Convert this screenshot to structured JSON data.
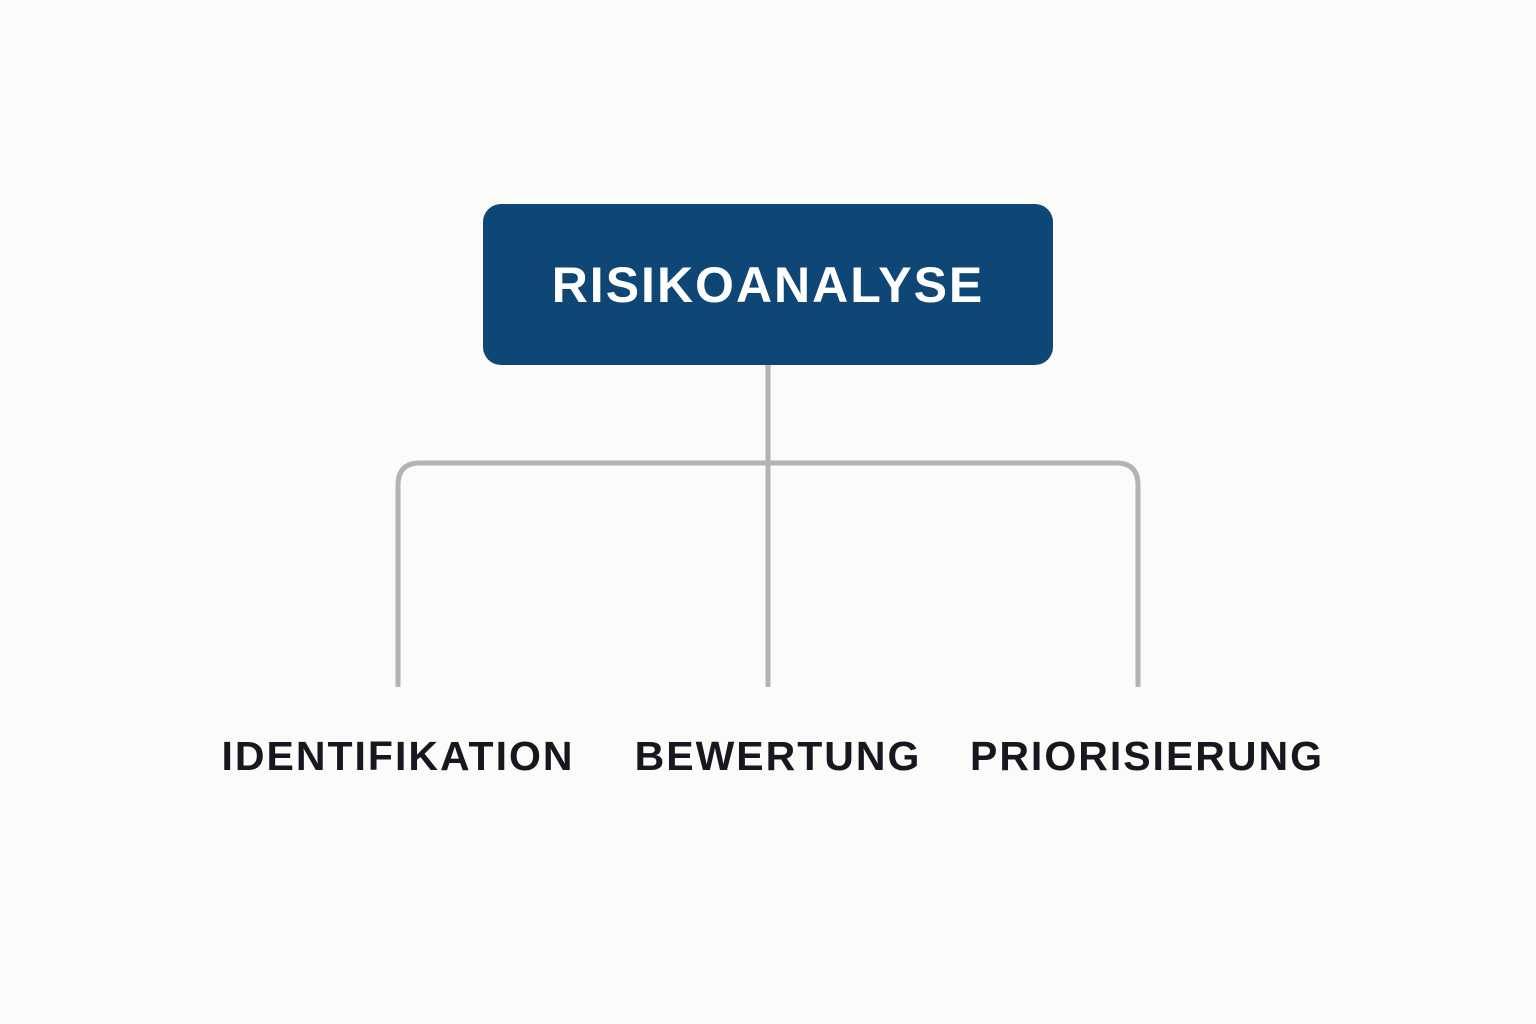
{
  "root": {
    "label": "RISIKOANALYSE"
  },
  "children": [
    {
      "label": "IDENTIFIKATION"
    },
    {
      "label": "BEWERTUNG"
    },
    {
      "label": "PRIORISIERUNG"
    }
  ],
  "colors": {
    "background": "#fbfbf9",
    "root_fill": "#0e4775",
    "root_text": "#ffffff",
    "connector": "#b3b3b3",
    "child_text": "#16171f"
  }
}
